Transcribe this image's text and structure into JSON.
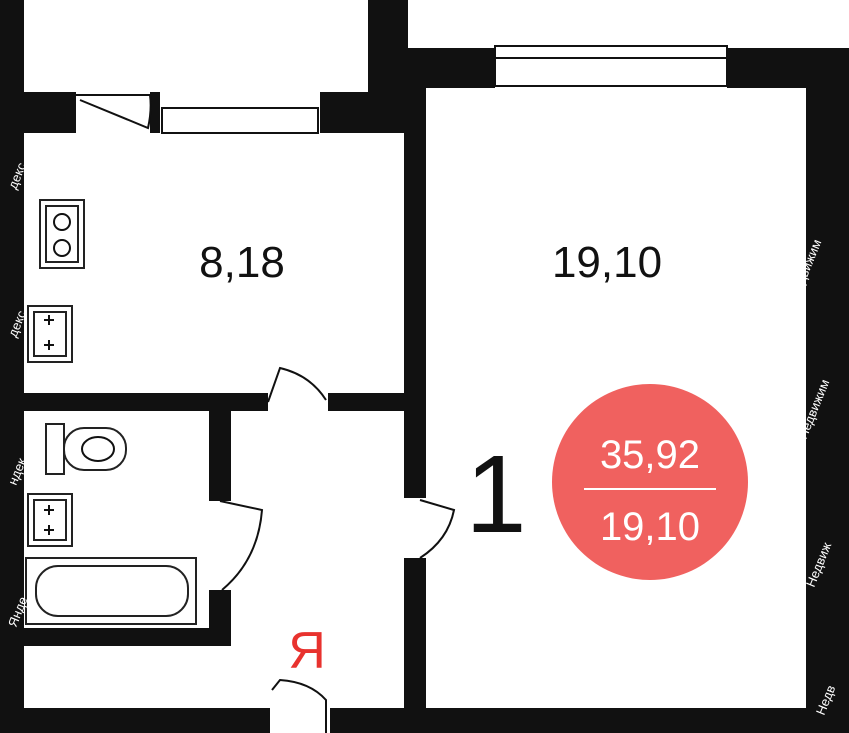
{
  "rooms": {
    "kitchen_area": "8,18",
    "living_room_area": "19,10"
  },
  "layout_number": "1",
  "area_badge": {
    "total_area": "35,92",
    "living_area": "19,10",
    "color": "#f0615f"
  },
  "logo": {
    "letter": "Я",
    "color": "#e8322e"
  },
  "watermarks": {
    "left": [
      "декс",
      "декс",
      "ндек",
      "Янде"
    ],
    "right": [
      "Недвижим",
      "Недвижим",
      "Недвиж",
      "Недв"
    ]
  }
}
